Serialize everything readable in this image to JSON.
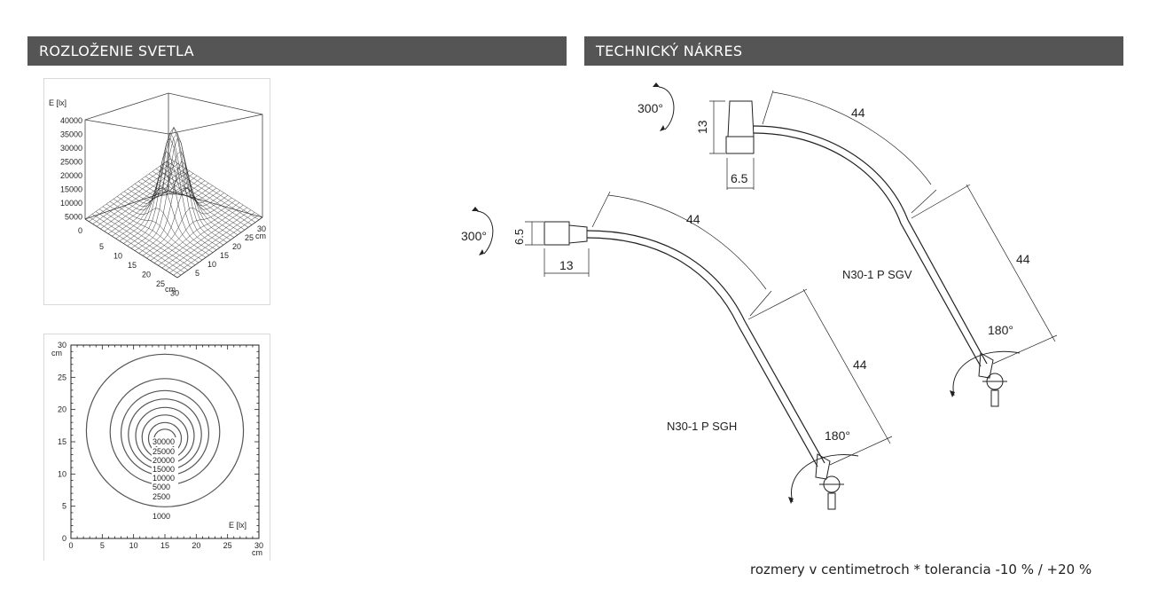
{
  "headers": {
    "light_distribution": "ROZLOŽENIE SVETLA",
    "technical_drawing": "TECHNICKÝ NÁKRES"
  },
  "surface_plot": {
    "z_label": "E [lx]",
    "z_ticks": [
      "40000",
      "35000",
      "30000",
      "25000",
      "20000",
      "15000",
      "10000",
      "5000",
      "0"
    ],
    "x_ticks": [
      "5",
      "10",
      "15",
      "20",
      "25",
      "30"
    ],
    "x_unit": "cm",
    "y_ticks": [
      "5",
      "10",
      "15",
      "20",
      "25",
      "30"
    ],
    "y_unit": "cm"
  },
  "contour_plot": {
    "y_ticks": [
      "0",
      "5",
      "10",
      "15",
      "20",
      "25",
      "30"
    ],
    "y_unit": "cm",
    "x_ticks": [
      "0",
      "5",
      "10",
      "15",
      "20",
      "25",
      "30"
    ],
    "x_unit": "cm",
    "legend": "E [lx]",
    "levels": [
      "30000",
      "25000",
      "20000",
      "15000",
      "10000",
      "5000",
      "2500",
      "1000"
    ]
  },
  "drawing": {
    "sgv": {
      "name": "N30-1 P SGV",
      "rotation_top": "300°",
      "head_height": "13",
      "head_width": "6.5",
      "arm_upper": "44",
      "arm_lower": "44",
      "rotation_bottom": "180°"
    },
    "sgh": {
      "name": "N30-1 P SGH",
      "rotation_top": "300°",
      "head_height": "6.5",
      "head_width": "13",
      "arm_upper": "44",
      "arm_lower": "44",
      "rotation_bottom": "180°"
    }
  },
  "footer": "rozmery v centimetroch * tolerancia -10 % / +20 %"
}
